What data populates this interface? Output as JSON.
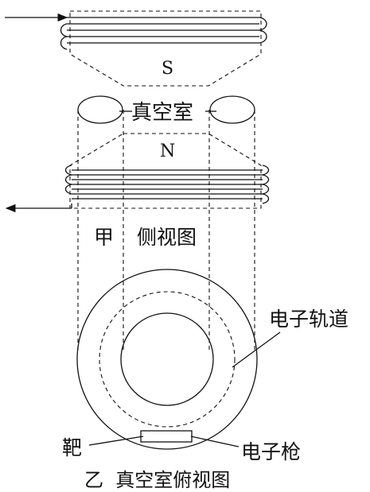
{
  "labels": {
    "magnet_top": "S",
    "magnet_bottom": "N",
    "vacuum_chamber": "真空室",
    "figure_a_letter": "甲",
    "figure_a_caption": "侧视图",
    "electron_orbit": "电子轨道",
    "target": "靶",
    "electron_gun": "电子枪",
    "figure_b_caption": "乙  真空室俯视图"
  }
}
